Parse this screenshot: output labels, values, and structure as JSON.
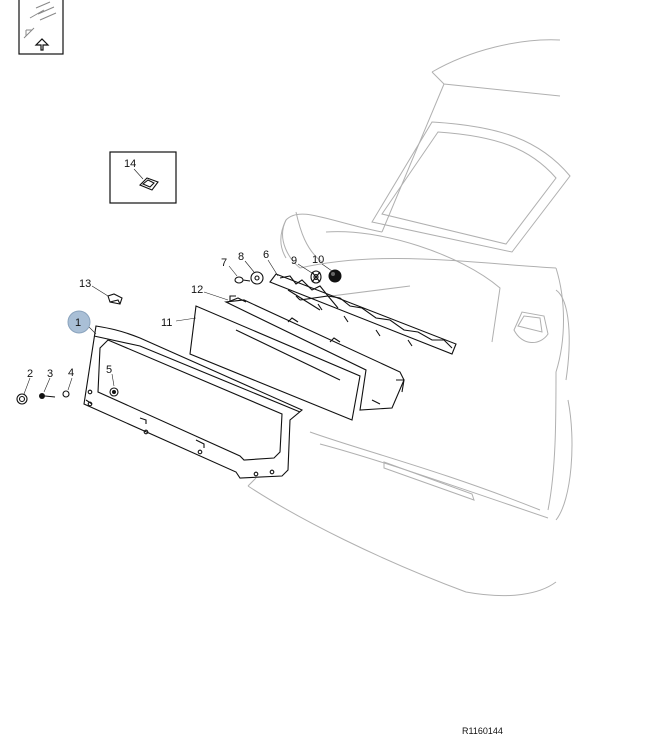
{
  "diagram": {
    "reference_code": "R1160144",
    "highlight_color": "#a9bfd6",
    "orientation_icon": "forward-arrow-icon",
    "inset_part": "14",
    "callouts": [
      "1",
      "2",
      "3",
      "4",
      "5",
      "6",
      "7",
      "8",
      "9",
      "10",
      "11",
      "12",
      "13",
      "14"
    ]
  }
}
